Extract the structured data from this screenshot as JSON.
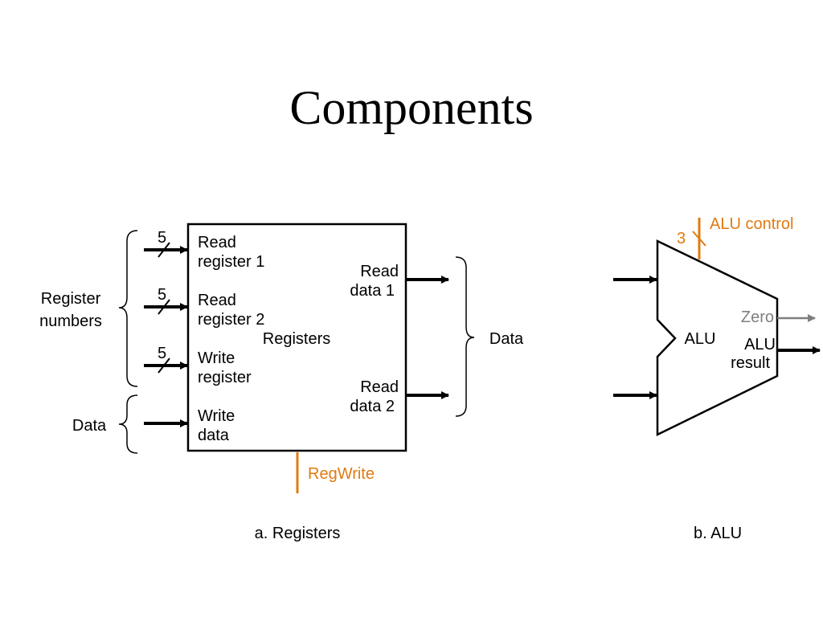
{
  "title": "Components",
  "registers": {
    "block_label": "Registers",
    "inputs": [
      {
        "label_line1": "Read",
        "label_line2": "register 1",
        "bus_width": "5"
      },
      {
        "label_line1": "Read",
        "label_line2": "register 2",
        "bus_width": "5"
      },
      {
        "label_line1": "Write",
        "label_line2": "register",
        "bus_width": "5"
      },
      {
        "label_line1": "Write",
        "label_line2": "data"
      }
    ],
    "outputs": [
      {
        "label_line1": "Read",
        "label_line2": "data 1"
      },
      {
        "label_line1": "Read",
        "label_line2": "data 2"
      }
    ],
    "brace_register_numbers_line1": "Register",
    "brace_register_numbers_line2": "numbers",
    "brace_data_in": "Data",
    "brace_data_out": "Data",
    "control": "RegWrite",
    "caption": "a. Registers"
  },
  "alu": {
    "block_label": "ALU",
    "control": "ALU control",
    "control_width": "3",
    "zero": "Zero",
    "result_line1": "ALU",
    "result_line2": "result",
    "caption": "b. ALU"
  },
  "colors": {
    "control": "#e07a10",
    "zero": "#7f7f7f",
    "line": "#000000"
  }
}
